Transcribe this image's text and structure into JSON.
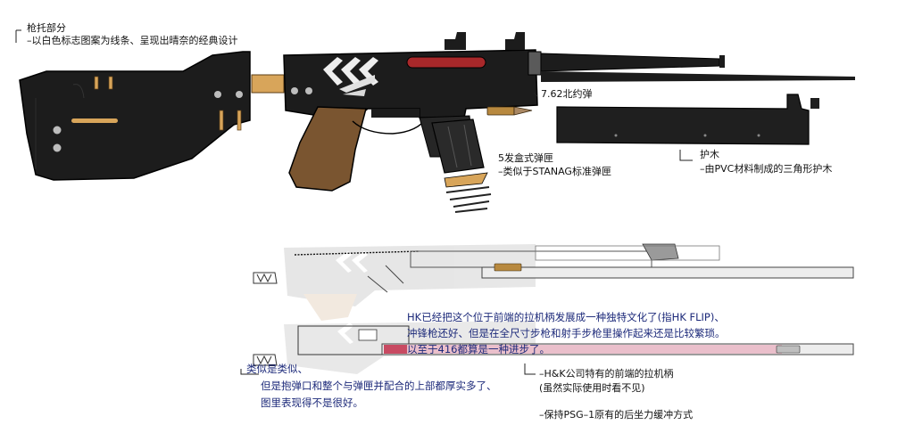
{
  "labels": {
    "stock_title": "枪托部分",
    "stock_desc": "–以白色标志图案为线条、呈现出晴奈的经典设计",
    "ammo": "7.62北约弹",
    "mag_title": "5发盒式弹匣",
    "mag_desc": "–类似于STANAG标准弹匣",
    "handguard_title": "护木",
    "handguard_desc": "–由PVC材料制成的三角形护木",
    "hk_note_1": "HK已经把这个位于前端的拉机柄发展成一种独特文化了(指HK FLIP)、",
    "hk_note_2": "冲锋枪还好、但是在全尺寸步枪和射手步枪里操作起来还是比较繁琐。",
    "hk_note_3": "以至于416都算是一种进步了。",
    "similar_1": "类似是类似、",
    "similar_2": "但是抱弹口和整个与弹匣并配合的上部都厚实多了、",
    "similar_3": "图里表现得不是很好。",
    "charging_1": "–H&K公司特有的前端的拉机柄",
    "charging_2": "(虽然实际使用时看不见)",
    "buffer": "–保持PSG–1原有的后坐力缓冲方式"
  },
  "colors": {
    "body": "#1c1c1c",
    "wood": "#7a5530",
    "brass": "#d8a55a",
    "accent_red": "#a8282a",
    "annotation_blue": "#1d2a7a",
    "ghost": "#cfcfcf"
  }
}
